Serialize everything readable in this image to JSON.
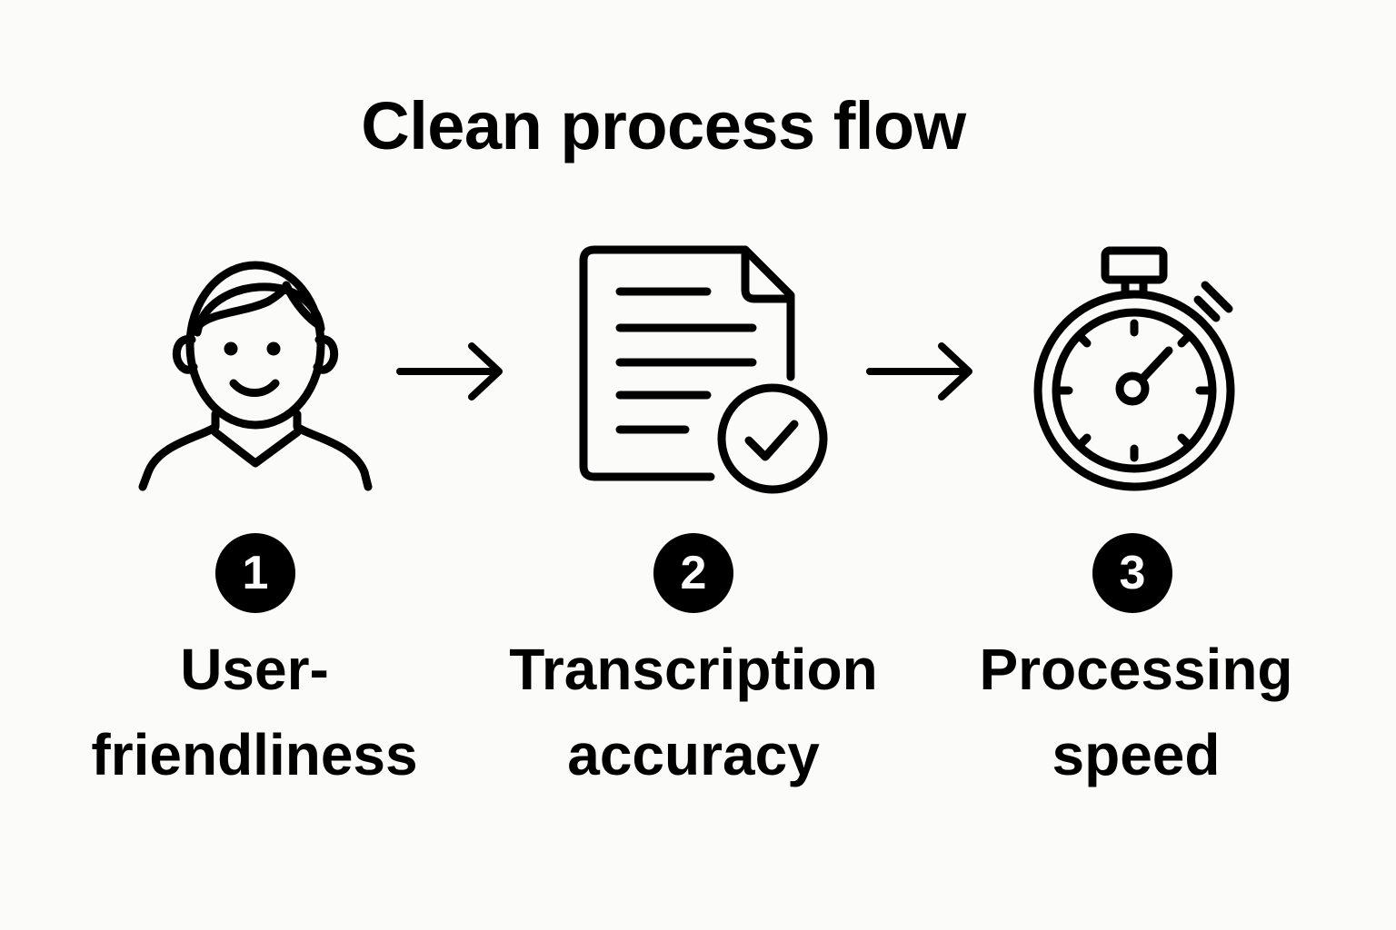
{
  "title": "Clean process flow",
  "steps": [
    {
      "number": "1",
      "label_line1": "User-",
      "label_line2": "friendliness",
      "icon": "user-icon"
    },
    {
      "number": "2",
      "label_line1": "Transcription",
      "label_line2": "accuracy",
      "icon": "document-check-icon"
    },
    {
      "number": "3",
      "label_line1": "Processing",
      "label_line2": "speed",
      "icon": "stopwatch-icon"
    }
  ],
  "connectors": [
    "arrow-right-icon",
    "arrow-right-icon"
  ],
  "colors": {
    "background": "#fbfbf9",
    "ink": "#000000"
  }
}
